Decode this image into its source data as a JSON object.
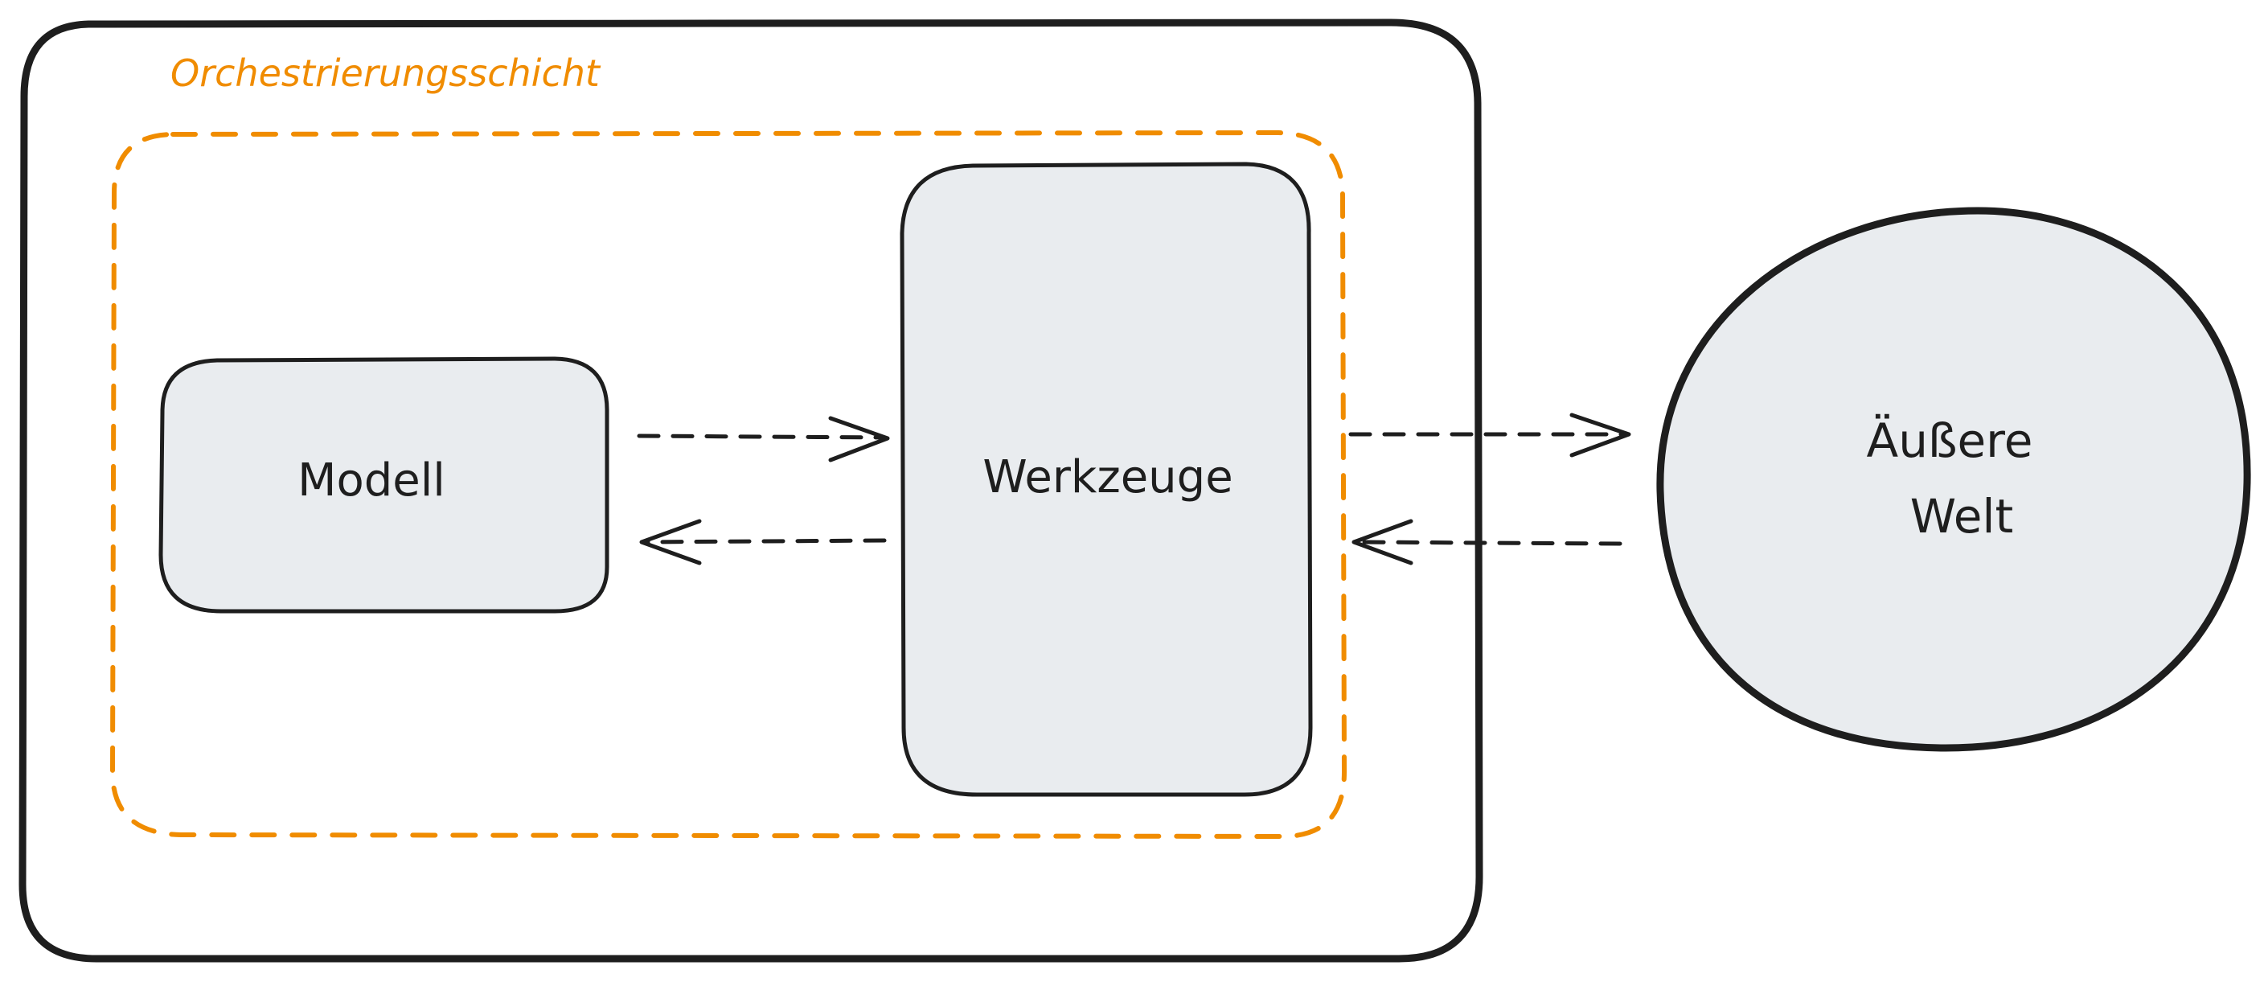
{
  "diagram": {
    "layer_label": "Orchestrierungsschicht",
    "nodes": {
      "model": "Modell",
      "tools": "Werkzeuge",
      "outside_line1": "Äußere",
      "outside_line2": "Welt"
    },
    "edges": [
      {
        "from": "Modell",
        "to": "Werkzeuge",
        "style": "dashed"
      },
      {
        "from": "Werkzeuge",
        "to": "Modell",
        "style": "dashed"
      },
      {
        "from": "Werkzeuge",
        "to": "Äußere Welt",
        "style": "dashed"
      },
      {
        "from": "Äußere Welt",
        "to": "Werkzeuge",
        "style": "dashed"
      }
    ]
  },
  "colors": {
    "stroke": "#1e1e1e",
    "node_fill": "#e9ecef",
    "accent_orange": "#f08c00",
    "background": "#ffffff"
  }
}
